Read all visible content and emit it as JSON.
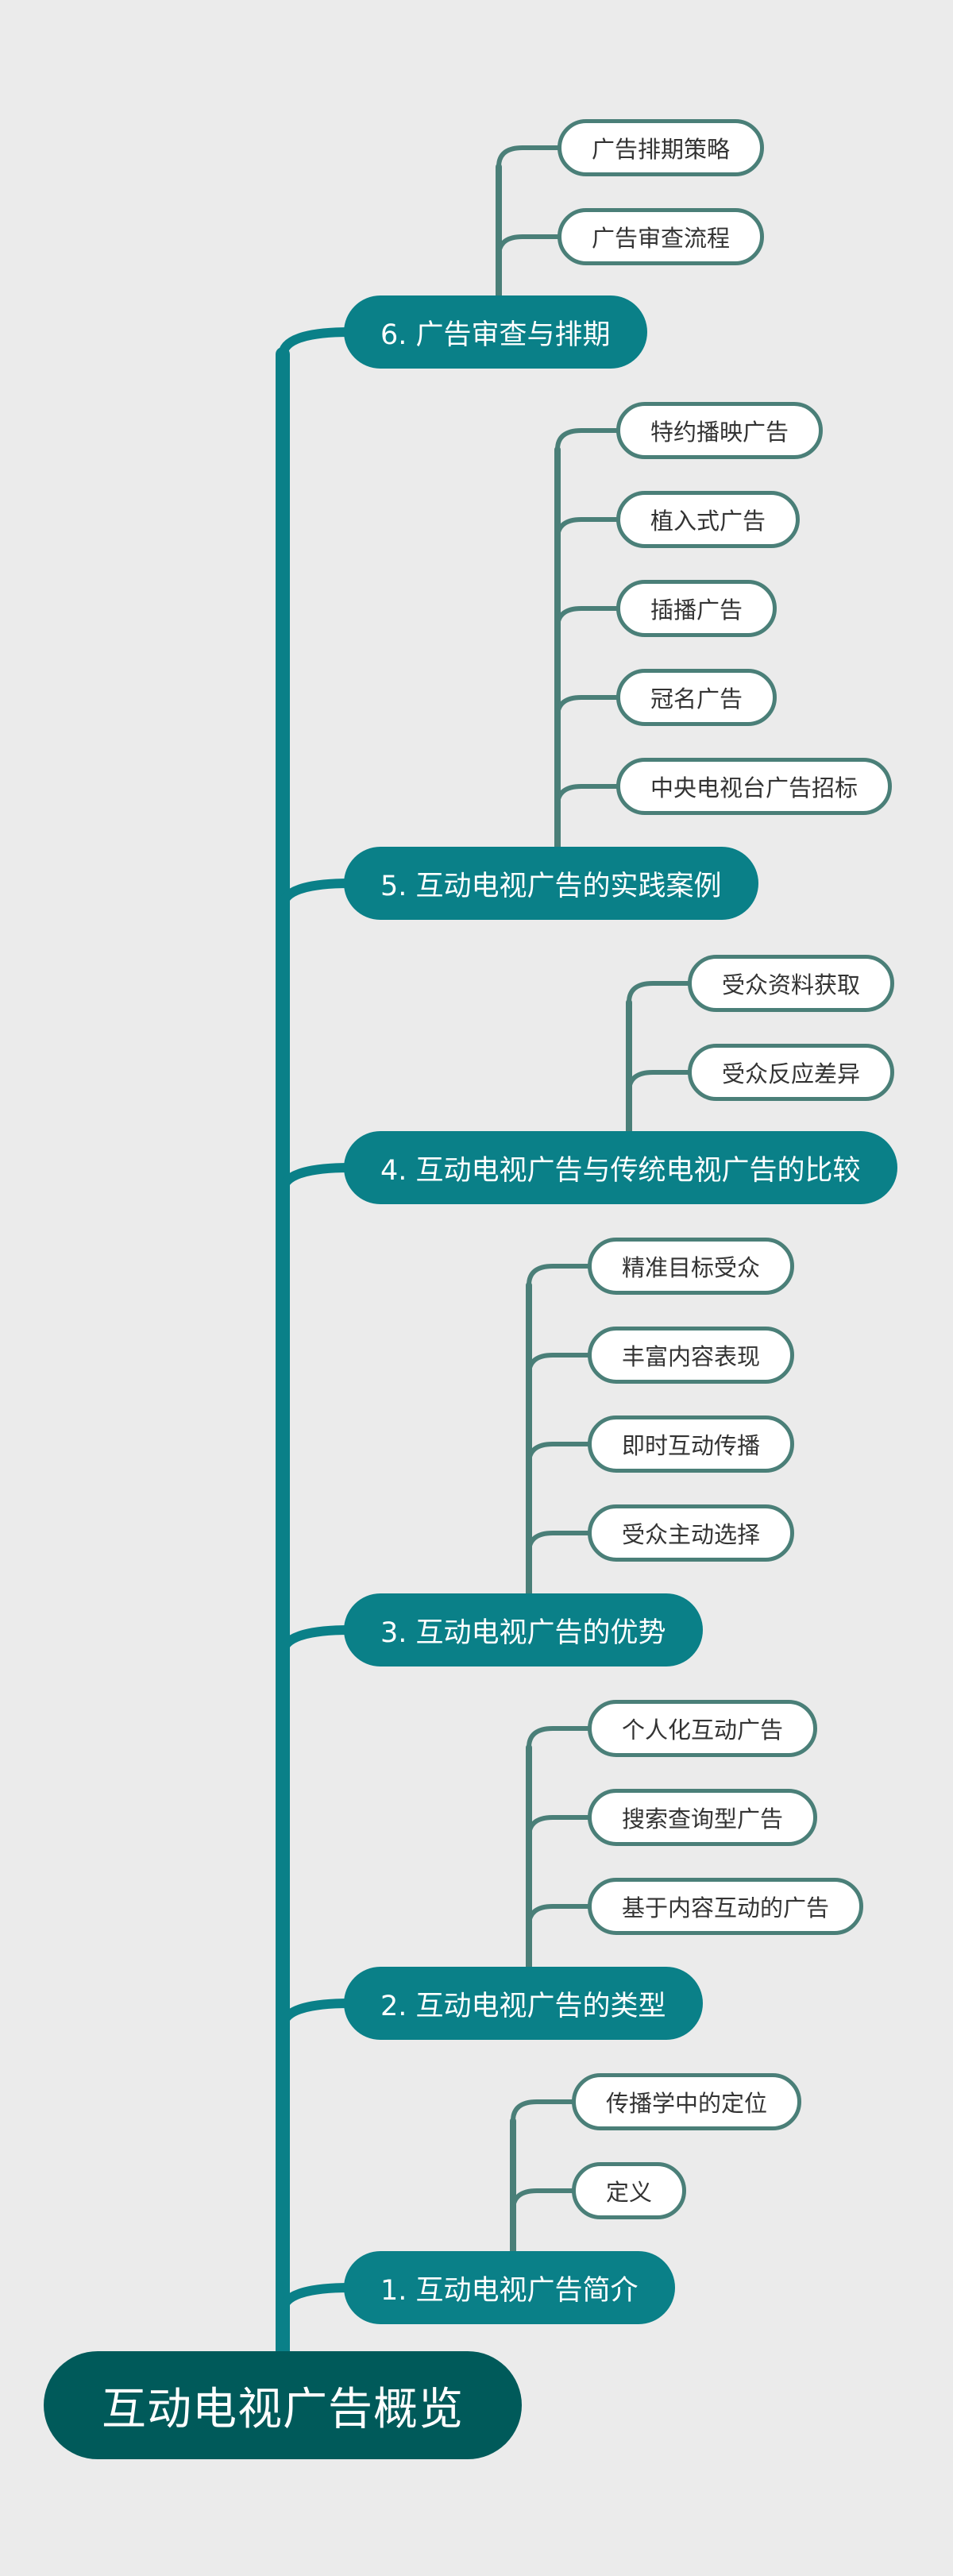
{
  "root": {
    "label": "互动电视广告概览"
  },
  "colors": {
    "background": "#ebebeb",
    "root": "#005a5a",
    "branch": "#0a8088",
    "leaf_border": "#4a7f78",
    "trunk": "#0a8088"
  },
  "branches": [
    {
      "label": "6. 广告审查与排期",
      "children": [
        "广告排期策略",
        "广告审查流程"
      ]
    },
    {
      "label": "5. 互动电视广告的实践案例",
      "children": [
        "特约播映广告",
        "植入式广告",
        "插播广告",
        "冠名广告",
        "中央电视台广告招标"
      ]
    },
    {
      "label": "4. 互动电视广告与传统电视广告的比较",
      "children": [
        "受众资料获取",
        "受众反应差异"
      ]
    },
    {
      "label": "3. 互动电视广告的优势",
      "children": [
        "精准目标受众",
        "丰富内容表现",
        "即时互动传播",
        "受众主动选择"
      ]
    },
    {
      "label": "2. 互动电视广告的类型",
      "children": [
        "个人化互动广告",
        "搜索查询型广告",
        "基于内容互动的广告"
      ]
    },
    {
      "label": "1. 互动电视广告简介",
      "children": [
        "传播学中的定位",
        "定义"
      ]
    }
  ]
}
